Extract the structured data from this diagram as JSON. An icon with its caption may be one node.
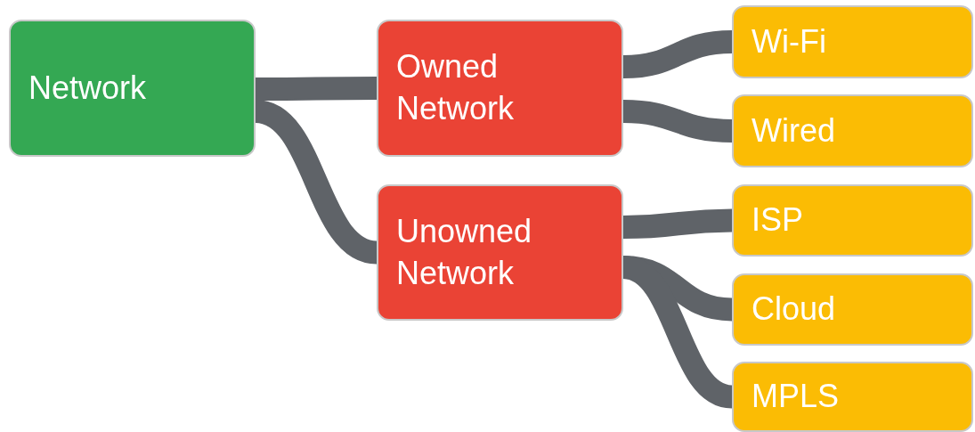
{
  "diagram": {
    "nodes": [
      {
        "text": [
          "Network"
        ]
      },
      {
        "text": [
          "Owned Network"
        ]
      },
      {
        "text": [
          "Unowned Network"
        ]
      },
      {
        "text": [
          "Wi-Fi"
        ]
      },
      {
        "text": [
          "Wired"
        ]
      },
      {
        "text": [
          "ISP"
        ]
      },
      {
        "text": [
          "Cloud"
        ]
      },
      {
        "text": [
          "MPLS"
        ]
      }
    ],
    "edges": [
      {
        "from": 0,
        "to": 1,
        "arrow": "none"
      },
      {
        "from": 0,
        "to": 2,
        "arrow": "none"
      },
      {
        "from": 1,
        "to": 3,
        "arrow": "none"
      },
      {
        "from": 1,
        "to": 4,
        "arrow": "none"
      },
      {
        "from": 2,
        "to": 5,
        "arrow": "none"
      },
      {
        "from": 2,
        "to": 6,
        "arrow": "none"
      },
      {
        "from": 2,
        "to": 7,
        "arrow": "none"
      }
    ]
  }
}
